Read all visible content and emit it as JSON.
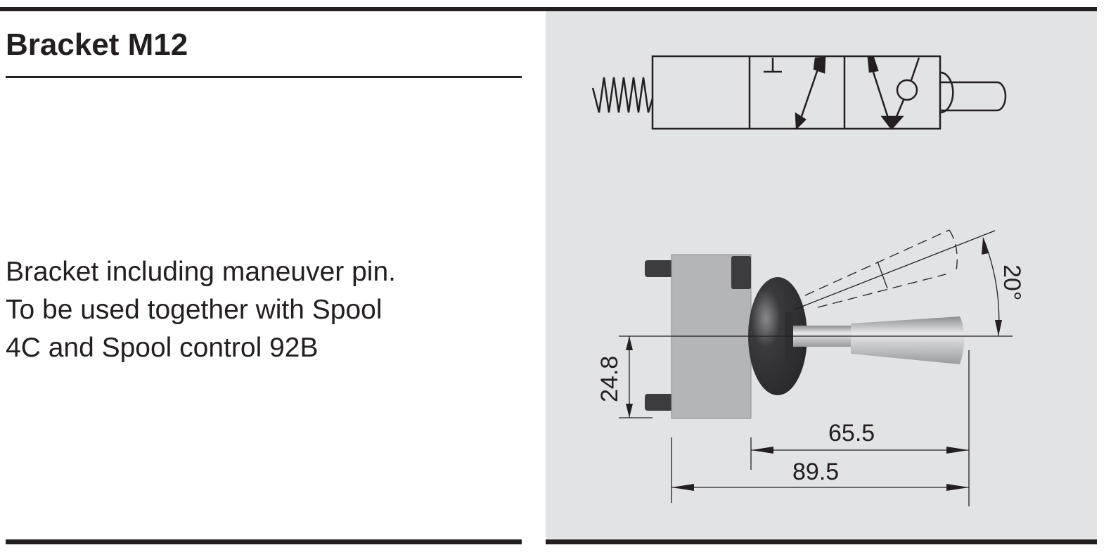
{
  "title": "Bracket M12",
  "description": {
    "lines": [
      "Bracket including maneuver pin.",
      "To be used together with Spool",
      "4C and Spool control 92B"
    ]
  },
  "drawing": {
    "dimensions": {
      "height": "24.8",
      "handle_length": "65.5",
      "overall_length": "89.5",
      "angle": "20°"
    },
    "colors": {
      "panel": "#e2e3e5",
      "ink": "#231f20",
      "body": "#b4b5b8",
      "rubber": "#3a3a3c"
    }
  }
}
